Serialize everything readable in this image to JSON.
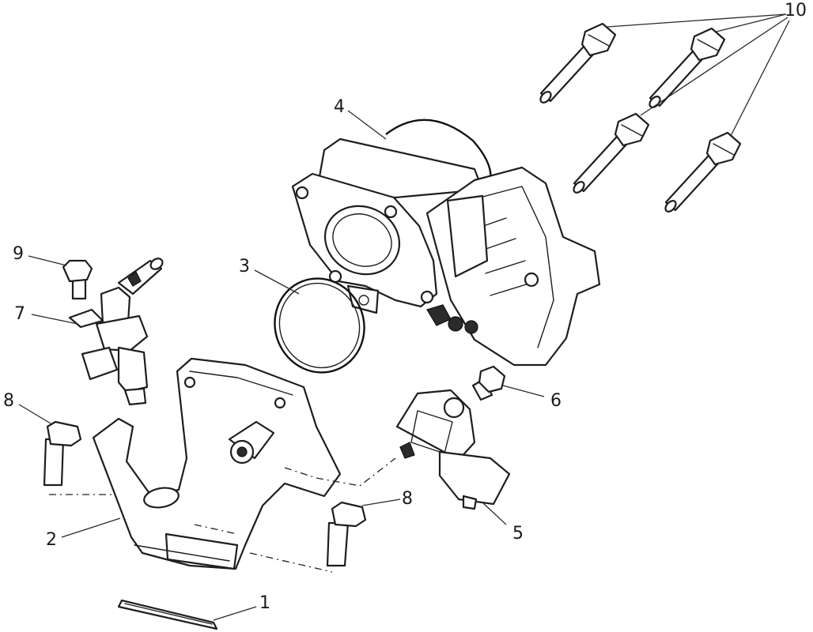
{
  "diagram": {
    "callouts": [
      {
        "id": "c1",
        "label": "1"
      },
      {
        "id": "c2",
        "label": "2"
      },
      {
        "id": "c3",
        "label": "3"
      },
      {
        "id": "c4",
        "label": "4"
      },
      {
        "id": "c5",
        "label": "5"
      },
      {
        "id": "c6",
        "label": "6"
      },
      {
        "id": "c7",
        "label": "7"
      },
      {
        "id": "c8a",
        "label": "8"
      },
      {
        "id": "c8b",
        "label": "8"
      },
      {
        "id": "c9",
        "label": "9"
      },
      {
        "id": "c10",
        "label": "10"
      }
    ]
  }
}
